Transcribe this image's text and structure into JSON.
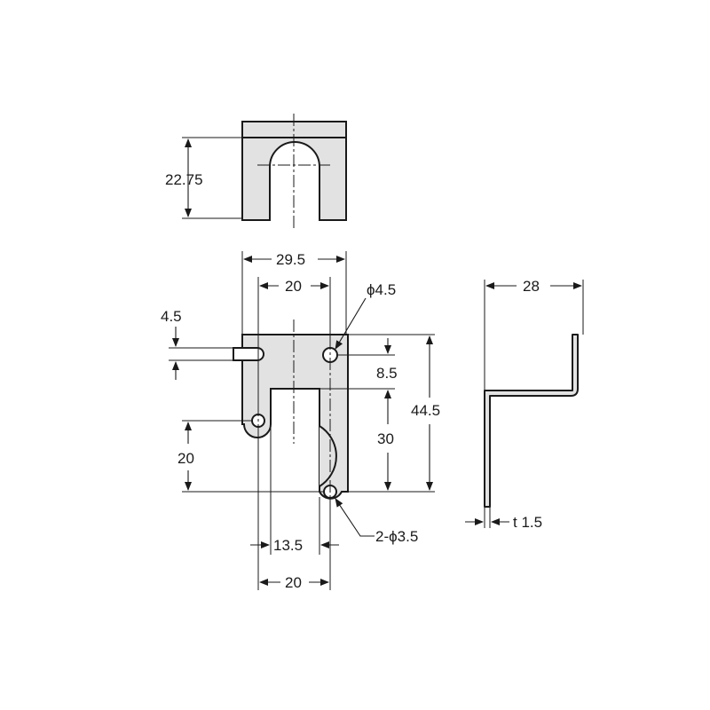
{
  "diagram": {
    "dimensions": {
      "top_height": "22.75",
      "overall_width": "29.5",
      "hole_pitch_top": "20",
      "hole_dia": "ϕ4.5",
      "slot_width": "4.5",
      "hole_offset": "8.5",
      "overall_height": "44.5",
      "slot_depth": "30",
      "lower_hole_spacing": "20",
      "bottom_width": "13.5",
      "bottom_pitch": "20",
      "mount_holes": "2-ϕ3.5",
      "side_depth": "28",
      "thickness": "t 1.5"
    }
  }
}
